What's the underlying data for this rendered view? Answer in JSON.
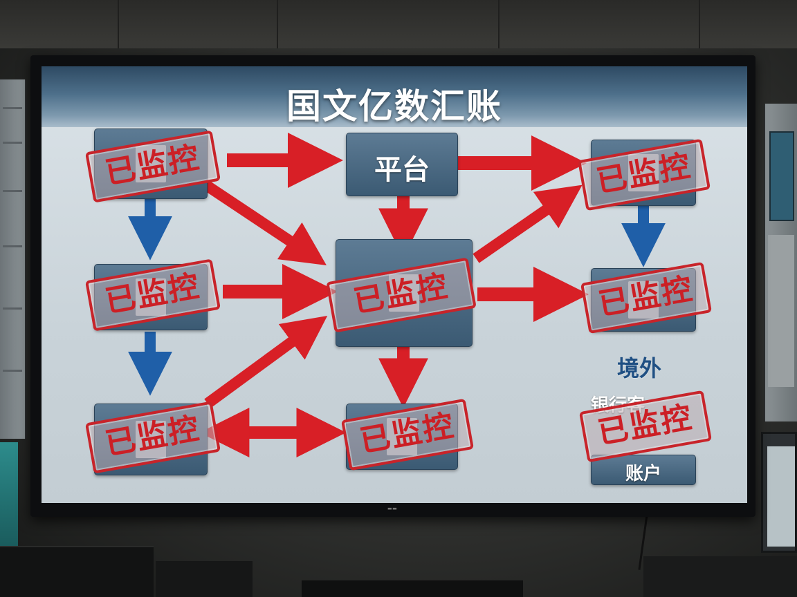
{
  "screen": {
    "title": "国文亿数汇账",
    "platform_label": "平台",
    "overseas_label": "境外",
    "bank_label": "银行客",
    "account_label": "账户",
    "stamp_text": "已监控"
  },
  "colors": {
    "arrow_red": "#d81f26",
    "arrow_blue": "#1f5fa8",
    "stamp_red": "#c8242a",
    "banner_blue": "#3b5a73"
  }
}
